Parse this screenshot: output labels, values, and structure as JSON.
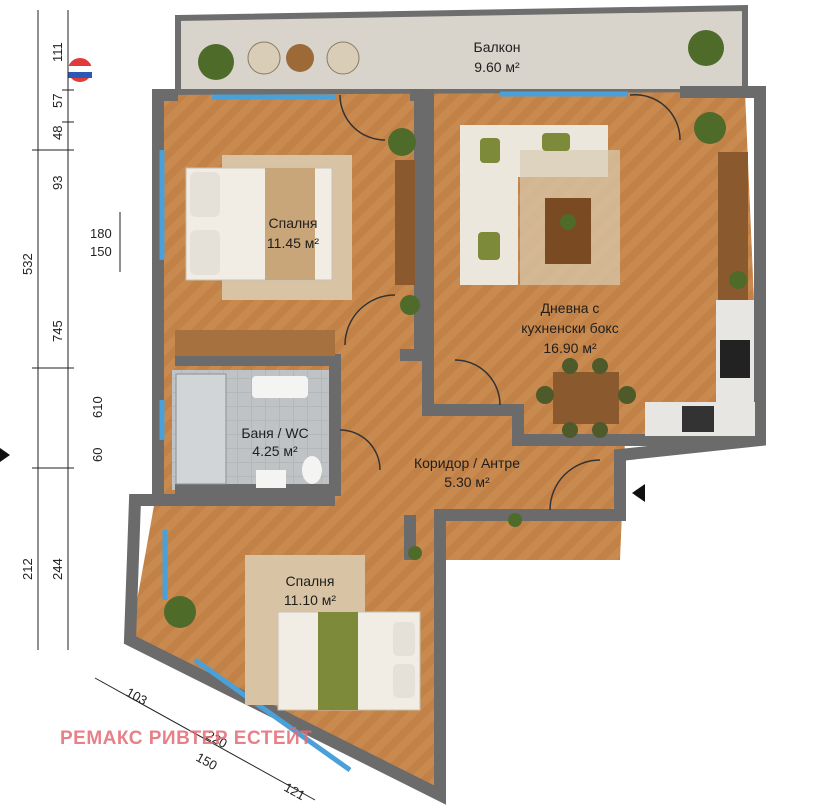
{
  "rooms": {
    "balcony": {
      "name": "Балкон",
      "area": "9.60 м²"
    },
    "bedroom1": {
      "name": "Спалня",
      "area": "11.45 м²"
    },
    "living": {
      "line1": "Дневна с",
      "line2": "кухненски бокс",
      "area": "16.90 м²"
    },
    "bathroom": {
      "name": "Баня / WC",
      "area": "4.25 м²"
    },
    "corridor": {
      "name": "Коридор / Антре",
      "area": "5.30 м²"
    },
    "bedroom2": {
      "name": "Спалня",
      "area": "11.10 м²"
    }
  },
  "dimensions": {
    "left_outer": [
      "532",
      "745",
      "212"
    ],
    "left_inner": [
      "111",
      "57",
      "48",
      "93",
      "610",
      "60",
      "244"
    ],
    "window": [
      "180",
      "150"
    ],
    "bottom": [
      "103",
      "220",
      "150",
      "121"
    ]
  },
  "watermark": "РЕМАКС РИВТЕР ЕСТЕЙТ",
  "colors": {
    "wall": "#6e6e6e",
    "floor": "#c98a4f",
    "balcony": "#d8d3c9",
    "window": "#4aa0d8",
    "accent": "#e46a73"
  }
}
